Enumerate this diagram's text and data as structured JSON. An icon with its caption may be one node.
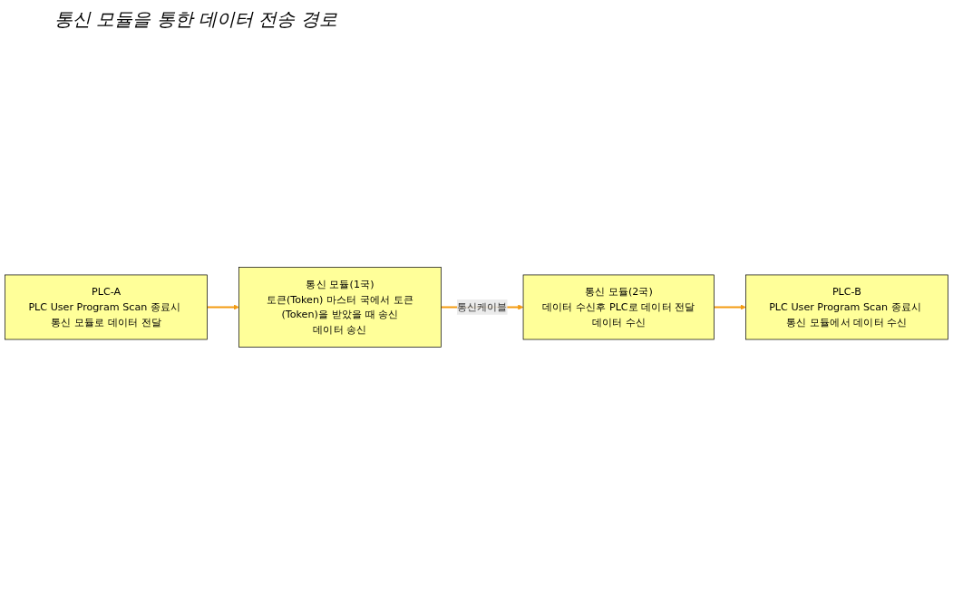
{
  "diagram": {
    "title": "통신 모듈을 통한 데이터 전송 경로",
    "nodes": [
      {
        "text": [
          "PLC-A",
          "PLC User Program Scan 종료시 통신 모듈로 데이터 전달"
        ]
      },
      {
        "text": [
          "PLC-B",
          "PLC User Program Scan 종료시 통신 모듈에서 데이터 수신"
        ]
      },
      {
        "text": [
          "통신 모듈(1국)",
          "토큰(Token) 마스터 국에서 토큰(Token)을 받았을 때 송신",
          "데이터 송신"
        ]
      },
      {
        "text": [
          "통신 모듈(2국)",
          "데이터 수신후 PLC로 데이터 전달",
          "데이터 수신"
        ]
      }
    ],
    "edges": [
      {
        "from": 0,
        "to": 2,
        "arrow": "to"
      },
      {
        "from": 2,
        "to": 3,
        "arrow": "to",
        "label": "통신케이블"
      },
      {
        "from": 3,
        "to": 1,
        "arrow": "to"
      }
    ]
  }
}
